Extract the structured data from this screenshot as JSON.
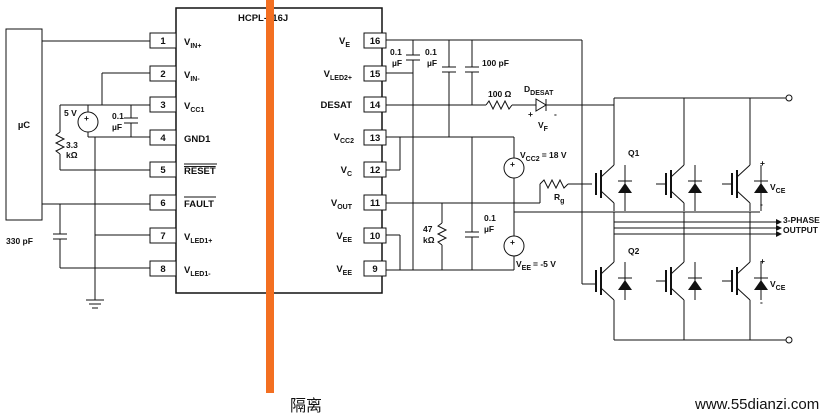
{
  "chip": {
    "part": "HCPL-316J",
    "left_pins": [
      {
        "num": "1",
        "name": "V",
        "sub": "IN+"
      },
      {
        "num": "2",
        "name": "V",
        "sub": "IN-"
      },
      {
        "num": "3",
        "name": "V",
        "sub": "CC1"
      },
      {
        "num": "4",
        "name": "GND1",
        "sub": ""
      },
      {
        "num": "5",
        "name": "RESET",
        "sub": ""
      },
      {
        "num": "6",
        "name": "FAULT",
        "sub": ""
      },
      {
        "num": "7",
        "name": "V",
        "sub": "LED1+"
      },
      {
        "num": "8",
        "name": "V",
        "sub": "LED1-"
      }
    ],
    "right_pins": [
      {
        "num": "16",
        "name": "V",
        "sub": "E"
      },
      {
        "num": "15",
        "name": "V",
        "sub": "LED2+"
      },
      {
        "num": "14",
        "name": "DESAT",
        "sub": ""
      },
      {
        "num": "13",
        "name": "V",
        "sub": "CC2"
      },
      {
        "num": "12",
        "name": "V",
        "sub": "C"
      },
      {
        "num": "11",
        "name": "V",
        "sub": "OUT"
      },
      {
        "num": "10",
        "name": "V",
        "sub": "EE"
      },
      {
        "num": "9",
        "name": "V",
        "sub": "EE"
      }
    ]
  },
  "mcu_label": "µC",
  "components": {
    "source_5v": "5 V",
    "cap_01_left_value": "0.1",
    "cap_01_left_unit": "µF",
    "res_33_value": "3.3",
    "res_33_unit": "kΩ",
    "cap_330": "330 pF",
    "cap_top1_value": "0.1",
    "cap_top1_unit": "µF",
    "cap_top2_value": "0.1",
    "cap_top2_unit": "µF",
    "cap_100pf": "100 pF",
    "res_100": "100 Ω",
    "diode_desat": "D",
    "diode_desat_sub": "DESAT",
    "vf": "V",
    "vf_sub": "F",
    "vcc2": "V",
    "vcc2_sub": "CC2",
    "vcc2_value": "= 18 V",
    "rg": "R",
    "rg_sub": "g",
    "res_47_value": "47",
    "res_47_unit": "kΩ",
    "cap_01_mid_value": "0.1",
    "cap_01_mid_unit": "µF",
    "vee": "V",
    "vee_sub": "EE",
    "vee_value": "= -5 V",
    "q1": "Q1",
    "q2": "Q2",
    "vce": "V",
    "vce_sub": "CE",
    "output_line1": "3-PHASE",
    "output_line2": "OUTPUT"
  },
  "isolation_label": "隔离",
  "watermark": "www.55dianzi.com",
  "colors": {
    "isolation_bar": "#f36f21",
    "watermark": "#cc2222"
  }
}
